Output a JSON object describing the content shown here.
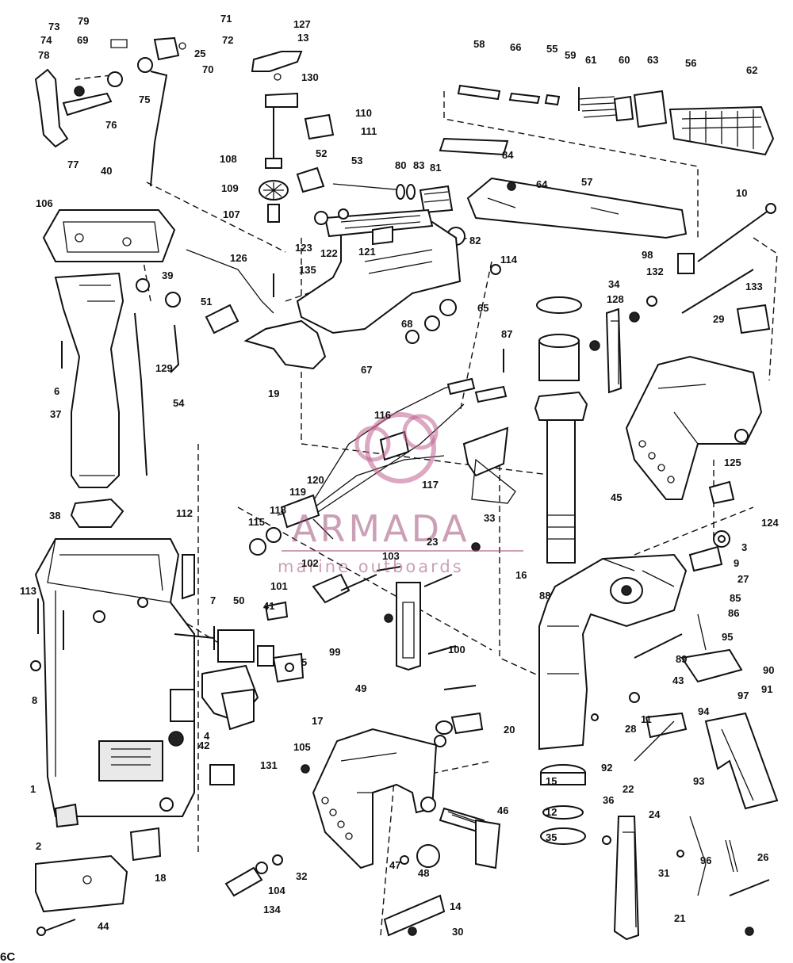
{
  "diagram": {
    "figure_code": "6C",
    "watermark": {
      "brand": "ARMADA",
      "tagline": "marine outboards"
    },
    "callouts": [
      "1",
      "2",
      "3",
      "4",
      "5",
      "6",
      "7",
      "8",
      "9",
      "10",
      "11",
      "12",
      "13",
      "14",
      "15",
      "16",
      "17",
      "18",
      "19",
      "20",
      "21",
      "22",
      "23",
      "24",
      "25",
      "26",
      "27",
      "28",
      "29",
      "30",
      "31",
      "32",
      "33",
      "34",
      "35",
      "36",
      "37",
      "38",
      "39",
      "40",
      "41",
      "42",
      "43",
      "44",
      "45",
      "46",
      "47",
      "48",
      "49",
      "50",
      "51",
      "52",
      "53",
      "54",
      "55",
      "56",
      "57",
      "58",
      "59",
      "60",
      "61",
      "62",
      "63",
      "64",
      "65",
      "66",
      "67",
      "68",
      "69",
      "70",
      "71",
      "72",
      "73",
      "74",
      "75",
      "76",
      "77",
      "78",
      "79",
      "80",
      "81",
      "82",
      "83",
      "84",
      "85",
      "86",
      "87",
      "88",
      "89",
      "90",
      "91",
      "92",
      "93",
      "94",
      "95",
      "96",
      "97",
      "98",
      "99",
      "100",
      "101",
      "102",
      "103",
      "104",
      "105",
      "106",
      "107",
      "108",
      "109",
      "110",
      "111",
      "112",
      "113",
      "114",
      "115",
      "116",
      "117",
      "118",
      "119",
      "120",
      "121",
      "122",
      "123",
      "124",
      "125",
      "126",
      "127",
      "128",
      "129",
      "130",
      "131",
      "132",
      "133",
      "134",
      "135"
    ]
  }
}
